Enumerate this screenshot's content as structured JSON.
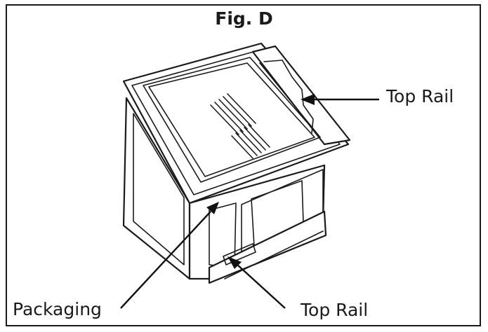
{
  "figure": {
    "title": "Fig. D"
  },
  "labels": {
    "top_rail_right": "Top Rail",
    "packaging": "Packaging",
    "top_rail_bottom": "Top Rail"
  }
}
